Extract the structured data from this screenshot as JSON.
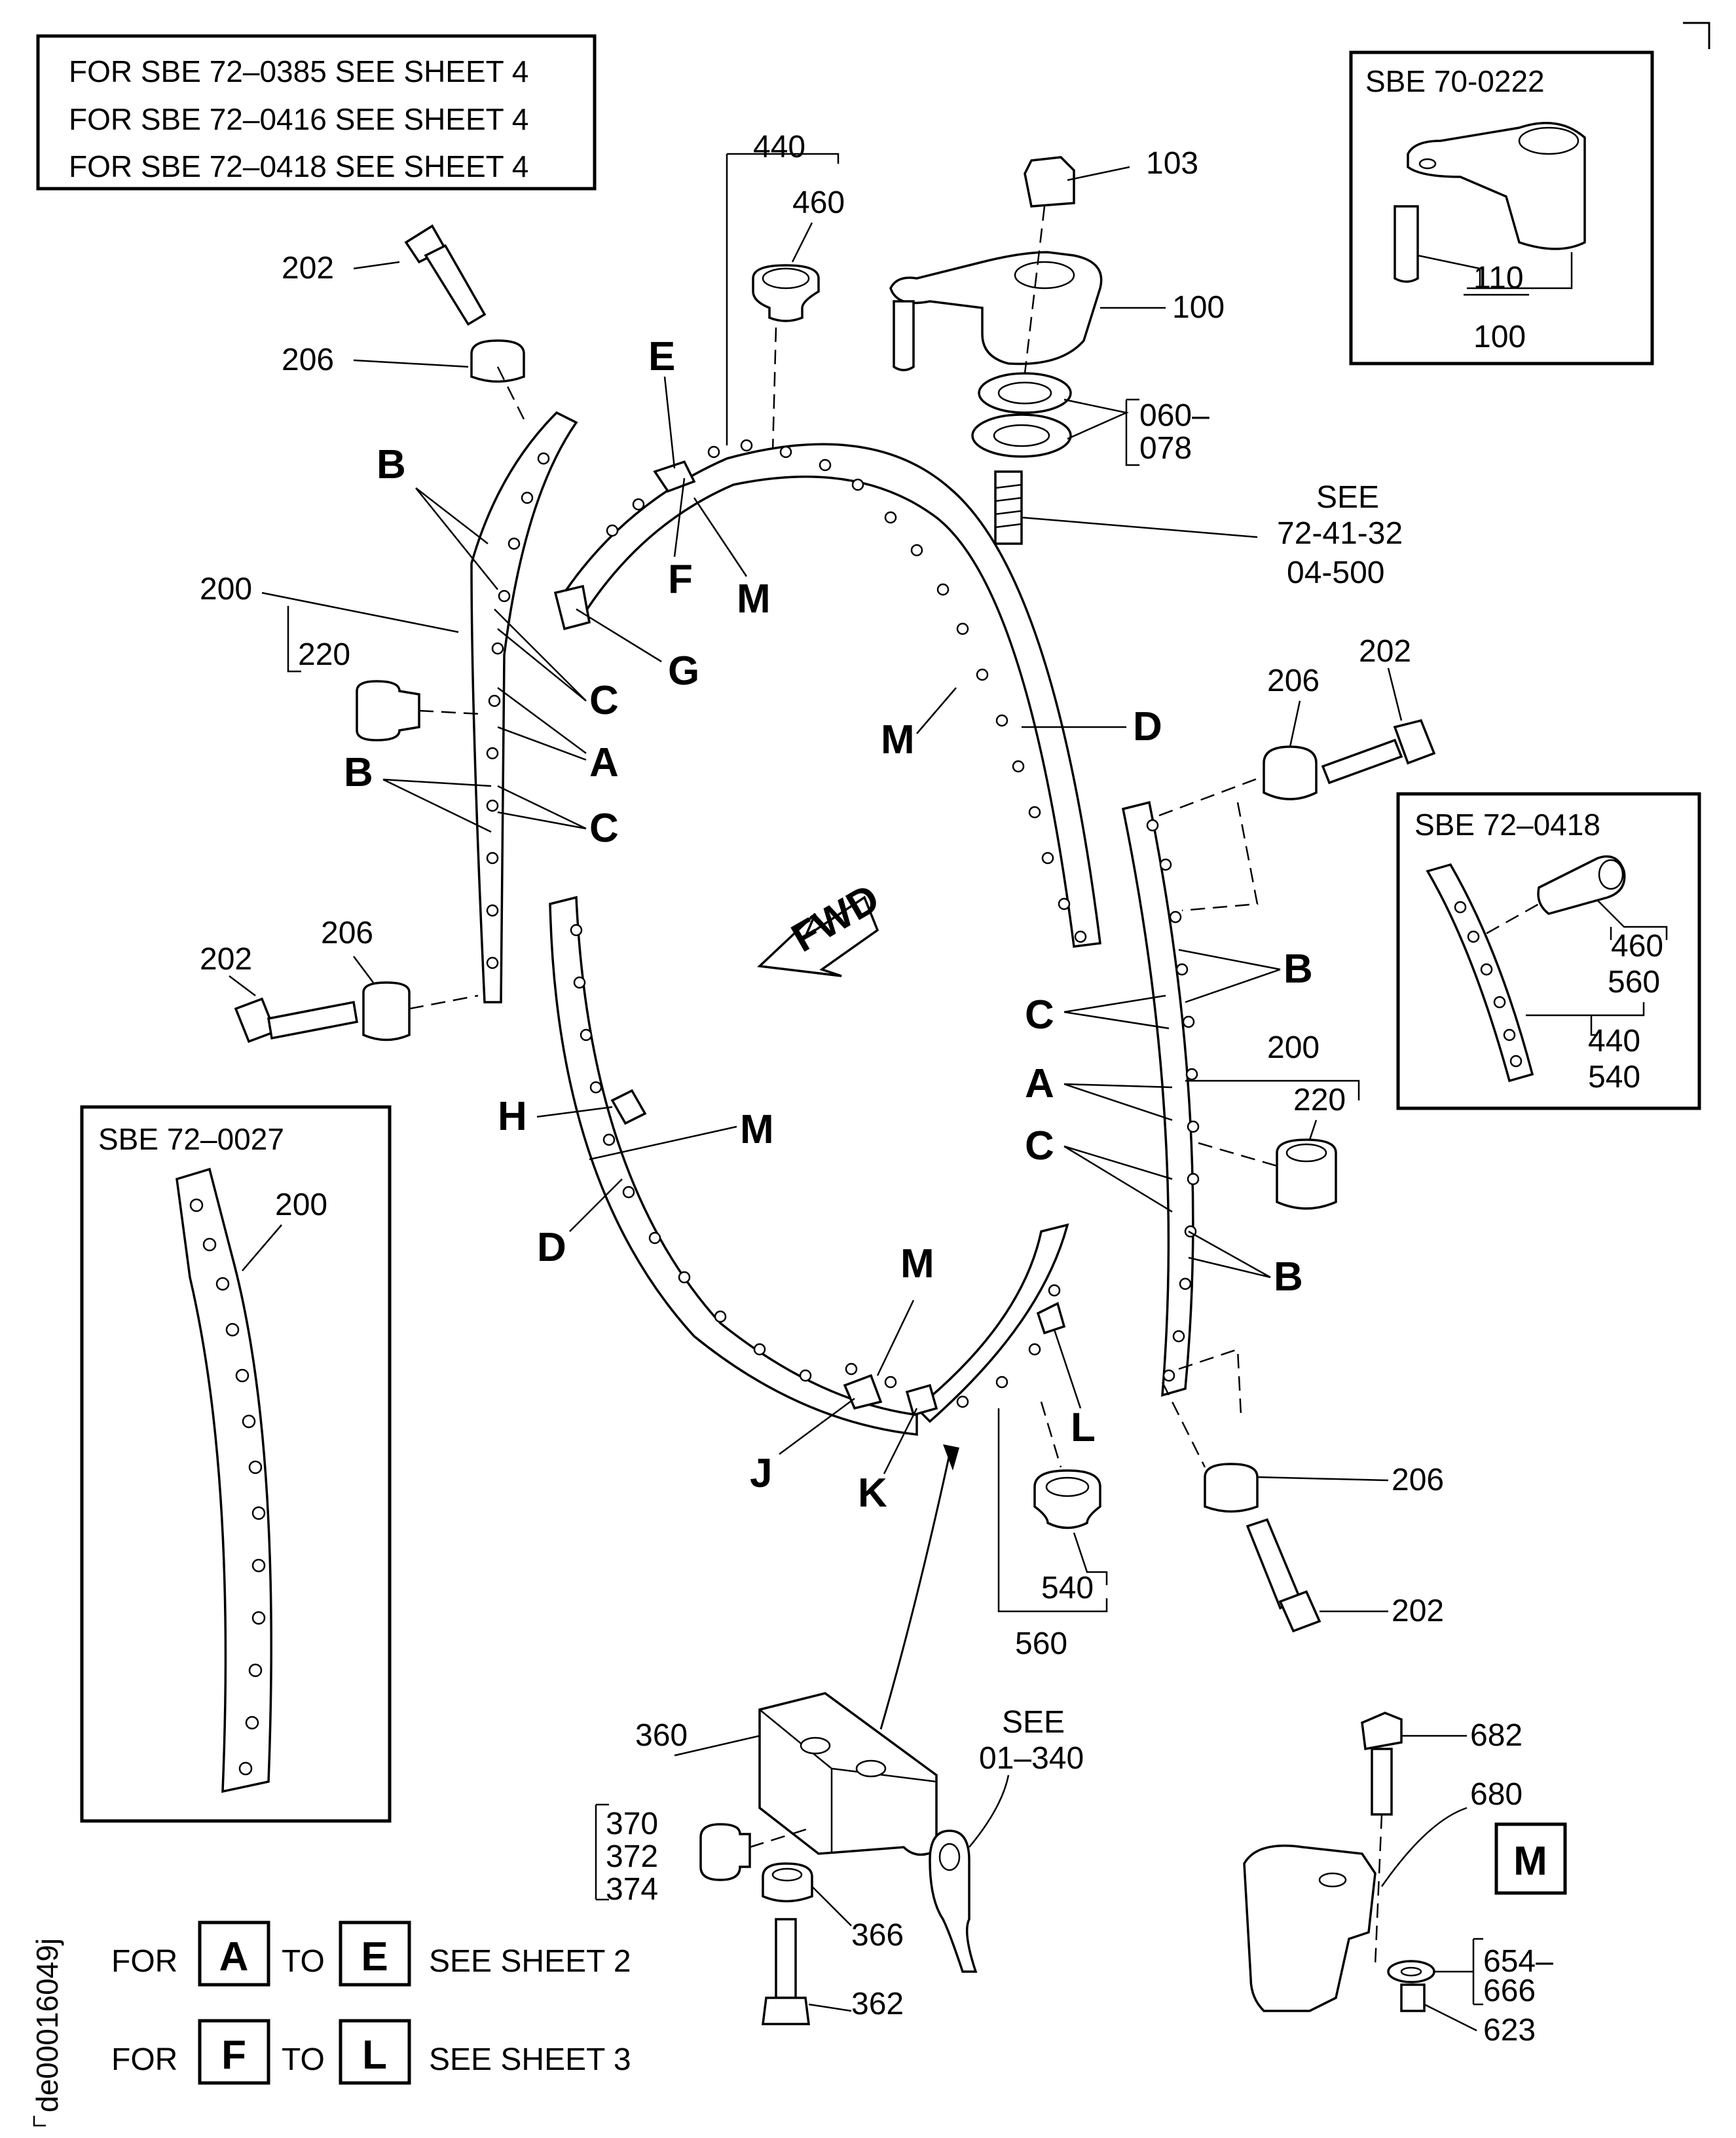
{
  "sheet_notes": [
    "FOR SBE 72–0385 SEE SHEET 4",
    "FOR SBE 72–0416 SEE SHEET 4",
    "FOR SBE 72–0418 SEE SHEET 4"
  ],
  "inset_top_right": {
    "title": "SBE 70-0222",
    "labels": [
      "110",
      "100"
    ]
  },
  "inset_right": {
    "title": "SBE 72–0418",
    "labels": [
      "460",
      "560",
      "440",
      "540"
    ]
  },
  "inset_left": {
    "title": "SBE 72–0027",
    "labels": [
      "200"
    ]
  },
  "item_numbers": {
    "n440": "440",
    "n460": "460",
    "n103": "103",
    "n100": "100",
    "n060": "060–",
    "n078": "078",
    "see1": "SEE",
    "see2": "72-41-32",
    "see3": "04-500",
    "n202a": "202",
    "n206a": "206",
    "n200a": "200",
    "n220a": "220",
    "n202b": "202",
    "n206b": "206",
    "n206c": "206",
    "n202c": "202",
    "n200b": "200",
    "n220b": "220",
    "n206d": "206",
    "n202d": "202",
    "n540": "540",
    "n560": "560",
    "n360": "360",
    "n370": "370",
    "n372": "372",
    "n374": "374",
    "n366": "366",
    "n362": "362",
    "see4": "SEE",
    "see5": "01–340",
    "n682": "682",
    "n680": "680",
    "n654": "654–",
    "n666": "666",
    "n623": "623"
  },
  "letters": {
    "E": "E",
    "F": "F",
    "G": "G",
    "M1": "M",
    "M2": "M",
    "D1": "D",
    "B1": "B",
    "C1": "C",
    "A1": "A",
    "B2": "B",
    "C2": "C",
    "B3": "B",
    "C3": "C",
    "A2": "A",
    "C4": "C",
    "B4": "B",
    "H": "H",
    "M3": "M",
    "D2": "D",
    "M4": "M",
    "J": "J",
    "K": "K",
    "L": "L"
  },
  "fwd_label": "FWD",
  "legend": {
    "row1": {
      "for": "FOR",
      "from": "A",
      "to": "TO",
      "until": "E",
      "see": "SEE SHEET 2"
    },
    "row2": {
      "for": "FOR",
      "from": "F",
      "to": "TO",
      "until": "L",
      "see": "SEE SHEET 3"
    }
  },
  "detail_tag": "M",
  "drawing_id": "de00016049j"
}
